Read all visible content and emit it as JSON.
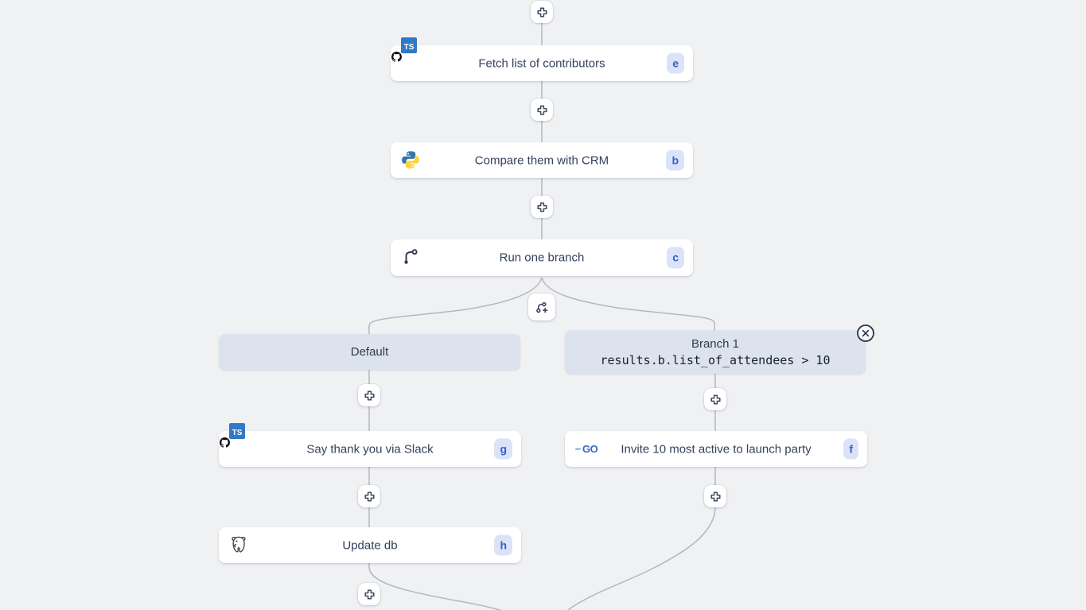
{
  "colors": {
    "canvas_bg": "#f0f1f3",
    "card_bg": "#ffffff",
    "edge": "#b3b8bf",
    "badge_bg": "#dbe3f8",
    "badge_text": "#3b5fc8",
    "title_text": "#33415c",
    "branch_header_bg": "#dce3ee",
    "typescript_blue": "#3178c6",
    "python_blue": "#3776ab",
    "python_yellow": "#ffd43b",
    "go_blue": "#3b67c0"
  },
  "nodes": {
    "fetch": {
      "title": "Fetch list of contributors",
      "badge": "e",
      "icon": "typescript-github-icon"
    },
    "compare": {
      "title": "Compare them with CRM",
      "badge": "b",
      "icon": "python-icon"
    },
    "run_branch": {
      "title": "Run one branch",
      "badge": "c",
      "icon": "git-branch-icon"
    },
    "say_thanks": {
      "title": "Say thank you via Slack",
      "badge": "g",
      "icon": "typescript-github-icon"
    },
    "update_db": {
      "title": "Update db",
      "badge": "h",
      "icon": "postgresql-icon"
    },
    "invite": {
      "title": "Invite 10 most active to launch party",
      "badge": "f",
      "icon": "go-icon"
    }
  },
  "branches": {
    "default": {
      "label": "Default"
    },
    "branch1": {
      "title": "Branch 1",
      "condition": "results.b.list_of_attendees > 10"
    }
  },
  "icons": {
    "ts_label": "TS",
    "go_label": "GO"
  }
}
